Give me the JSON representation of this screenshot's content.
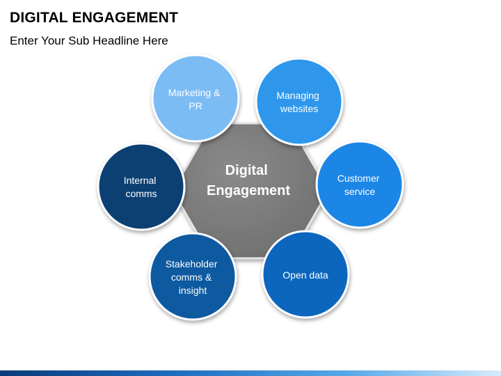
{
  "header": {
    "title": "DIGITAL ENGAGEMENT",
    "subtitle": "Enter Your Sub Headline Here"
  },
  "diagram": {
    "center": {
      "lines": [
        "Digital",
        "Engagement"
      ],
      "color": "#7f7f7f"
    },
    "nodes": [
      {
        "id": "marketing-pr",
        "lines": [
          "Marketing &",
          "PR"
        ],
        "color": "#7cbcf5"
      },
      {
        "id": "managing-websites",
        "lines": [
          "Managing",
          "websites"
        ],
        "color": "#2f97ec"
      },
      {
        "id": "customer-service",
        "lines": [
          "Customer",
          "service"
        ],
        "color": "#1f86e6"
      },
      {
        "id": "open-data",
        "lines": [
          "Open data"
        ],
        "color": "#0f66bd"
      },
      {
        "id": "stakeholder-comms",
        "lines": [
          "Stakeholder",
          "comms &",
          "insight"
        ],
        "color": "#0c5aa1"
      },
      {
        "id": "internal-comms",
        "lines": [
          "Internal",
          "comms"
        ],
        "color": "#0b3f72"
      }
    ]
  },
  "footer": {
    "accent": "#1f6cc0"
  }
}
